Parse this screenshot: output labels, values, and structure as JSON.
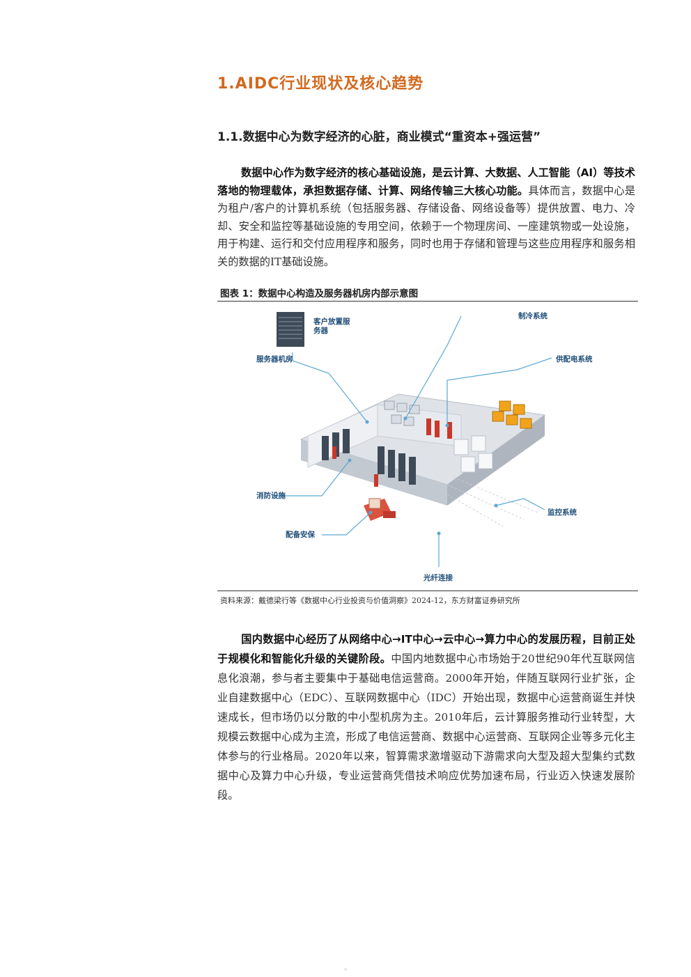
{
  "heading1": "1.AIDC行业现状及核心趋势",
  "heading2": "1.1.数据中心为数字经济的心脏，商业模式“重资本+强运营”",
  "para1": {
    "bold": "数据中心作为数字经济的核心基础设施，是云计算、大数据、人工智能（AI）等技术落地的物理载体，承担数据存储、计算、网络传输三大核心功能。",
    "rest": "具体而言，数据中心是为租户/客户的计算机系统（包括服务器、存储设备、网络设备等）提供放置、电力、冷却、安全和监控等基础设施的专用空间，依赖于一个物理房间、一座建筑物或一处设施，用于构建、运行和交付应用程序和服务，同时也用于存储和管理与这些应用程序和服务相关的数据的IT基础设施。"
  },
  "figure": {
    "title": "图表 1：数据中心构造及服务器机房内部示意图",
    "labels": {
      "customer_servers": "客户放置服务器",
      "server_room": "服务器机房",
      "cooling": "制冷系统",
      "power": "供配电系统",
      "fire": "消防设施",
      "security": "配备安保",
      "monitor": "监控系统",
      "fiber": "光纤连接"
    },
    "source": "资料来源：戴德梁行等《数据中心行业投资与价值洞察》2024-12，东方财富证券研究所"
  },
  "para2": {
    "bold": "国内数据中心经历了从网络中心→IT中心→云中心→算力中心的发展历程，目前正处于规模化和智能化升级的关键阶段。",
    "rest": "中国内地数据中心市场始于20世纪90年代互联网信息化浪潮，参与者主要集中于基础电信运营商。2000年开始，伴随互联网行业扩张，企业自建数据中心（EDC）、互联网数据中心（IDC）开始出现，数据中心运营商诞生并快速成长，但市场仍以分散的中小型机房为主。2010年后，云计算服务推动行业转型，大规模云数据中心成为主流，形成了电信运营商、数据中心运营商、互联网企业等多元化主体参与的行业格局。2020年以来，智算需求激增驱动下游需求向大型及超大型集约式数据中心及算力中心升级，专业运营商凭借技术响应优势加速布局，行业迈入快速发展阶段。"
  },
  "colors": {
    "heading_accent": "#d2691e",
    "label_blue": "#1f4e79",
    "callout_line": "#5aa7d6"
  }
}
